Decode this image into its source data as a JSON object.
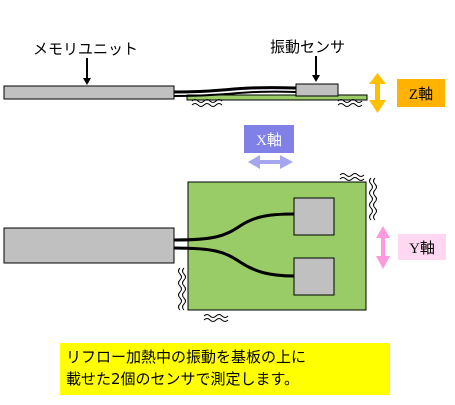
{
  "labels": {
    "memory_unit": "メモリユニット",
    "vibration_sensor": "振動センサ",
    "z_axis": "Z軸",
    "x_axis": "X軸",
    "y_axis": "Y軸"
  },
  "caption": {
    "line1": "リフロー加熱中の振動を基板の上に",
    "line2": "載せた2個のセンサで測定します。"
  },
  "colors": {
    "board_green": "#99cc66",
    "gray_part": "#c0c0c0",
    "z_box": "#ffb300",
    "x_box": "#8080e6",
    "y_box": "#ffd7f0",
    "z_arrow": "#ffc000",
    "x_arrow": "#a6a6f0",
    "y_arrow": "#ff99dd",
    "caption_bg": "#ffff00"
  }
}
